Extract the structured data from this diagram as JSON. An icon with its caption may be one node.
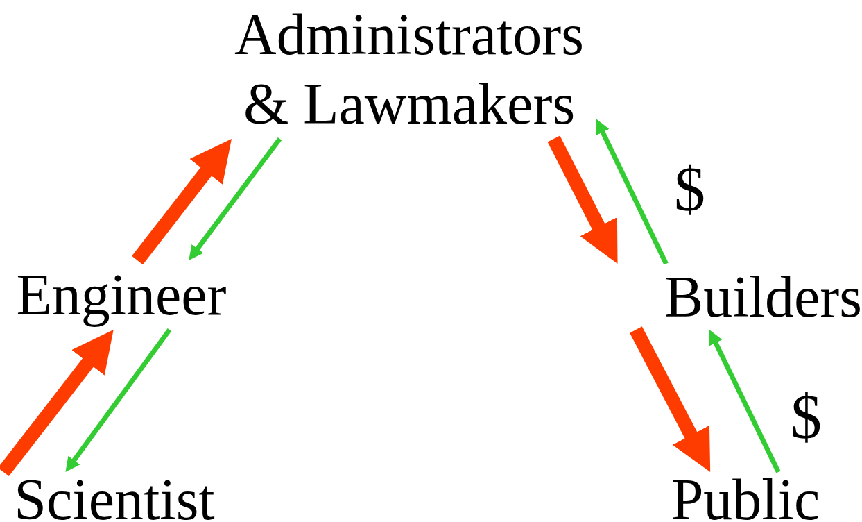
{
  "diagram": {
    "nodes": [
      {
        "text": [
          "Administrators & Lawmakers"
        ]
      },
      {
        "text": [
          "Engineer"
        ]
      },
      {
        "text": [
          "Builders"
        ]
      },
      {
        "text": [
          "Scientist"
        ]
      },
      {
        "text": [
          "Public"
        ]
      }
    ],
    "edges": [
      {
        "from": 3,
        "to": 1,
        "arrow": "to",
        "style": "thick",
        "color": "#ff3c00"
      },
      {
        "from": 1,
        "to": 3,
        "arrow": "to",
        "color": "#33cc33"
      },
      {
        "from": 1,
        "to": 0,
        "arrow": "to",
        "style": "thick",
        "color": "#ff3c00"
      },
      {
        "from": 0,
        "to": 1,
        "arrow": "to",
        "color": "#33cc33"
      },
      {
        "from": 0,
        "to": 2,
        "arrow": "to",
        "style": "thick",
        "color": "#ff3c00"
      },
      {
        "from": 2,
        "to": 0,
        "arrow": "to",
        "label": "$",
        "color": "#33cc33"
      },
      {
        "from": 2,
        "to": 4,
        "arrow": "to",
        "style": "thick",
        "color": "#ff3c00"
      },
      {
        "from": 4,
        "to": 2,
        "arrow": "to",
        "label": "$",
        "color": "#33cc33"
      }
    ]
  }
}
